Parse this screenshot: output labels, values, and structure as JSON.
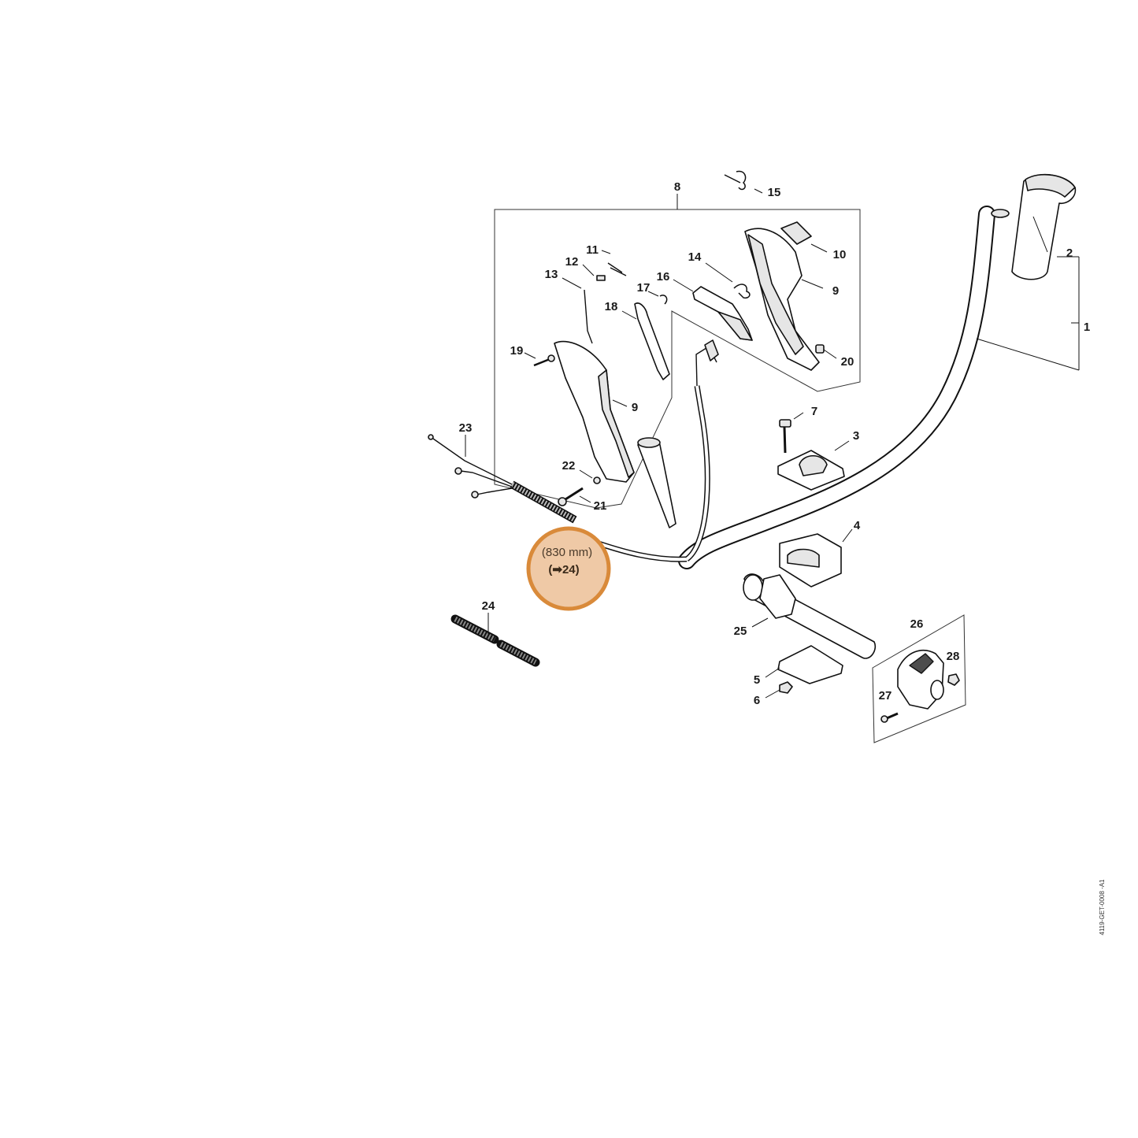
{
  "labels": {
    "p1": "1",
    "p2": "2",
    "p3": "3",
    "p4": "4",
    "p5": "5",
    "p6": "6",
    "p7": "7",
    "p8": "8",
    "p9a": "9",
    "p9b": "9",
    "p10": "10",
    "p11": "11",
    "p12": "12",
    "p13": "13",
    "p14": "14",
    "p15": "15",
    "p16": "16",
    "p17": "17",
    "p18": "18",
    "p19": "19",
    "p20": "20",
    "p21": "21",
    "p22": "22",
    "p23": "23",
    "p24": "24",
    "p25": "25",
    "p26": "26",
    "p27": "27",
    "p28": "28"
  },
  "callout": {
    "length": "(830 mm)",
    "ref": "(➡24)"
  },
  "doc_id": "4119-GET-0008 -A1",
  "colors": {
    "highlight_fill": "#efc9a6",
    "highlight_ring": "#d98a3a"
  }
}
